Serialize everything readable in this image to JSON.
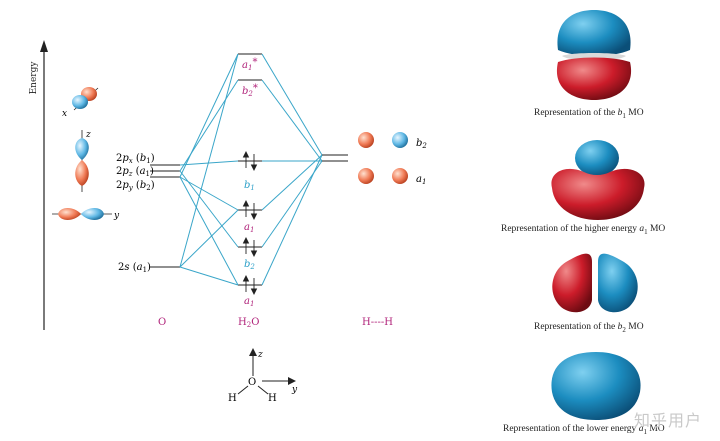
{
  "axis": {
    "energy_label": "Energy"
  },
  "columns": {
    "o": "O",
    "h2o": "H",
    "h2o_sub": "2",
    "h2o_tail": "O",
    "hh": "H----H"
  },
  "o_levels": [
    {
      "n": "2",
      "l": "p",
      "sub": "x",
      "sym": "b",
      "symsub": "1"
    },
    {
      "n": "2",
      "l": "p",
      "sub": "z",
      "sym": "a",
      "symsub": "1"
    },
    {
      "n": "2",
      "l": "p",
      "sub": "y",
      "sym": "b",
      "symsub": "2"
    },
    {
      "n": "2",
      "l": "s",
      "sub": "",
      "sym": "a",
      "symsub": "1"
    }
  ],
  "mo_labels": [
    {
      "sym": "a",
      "sub": "1",
      "star": "*",
      "color": "#b0237a"
    },
    {
      "sym": "b",
      "sub": "2",
      "star": "*",
      "color": "#b0237a"
    },
    {
      "sym": "b",
      "sub": "1",
      "star": "",
      "color": "#2a9fc8"
    },
    {
      "sym": "a",
      "sub": "1",
      "star": "",
      "color": "#b0237a"
    },
    {
      "sym": "b",
      "sub": "2",
      "star": "",
      "color": "#2a9fc8"
    },
    {
      "sym": "a",
      "sub": "1",
      "star": "",
      "color": "#b0237a"
    }
  ],
  "h_labels": [
    {
      "sym": "b",
      "sub": "2"
    },
    {
      "sym": "a",
      "sub": "1"
    }
  ],
  "orbital_axes": {
    "x": "x",
    "y": "y",
    "z": "z"
  },
  "molecule": {
    "o": "O",
    "h1": "H",
    "h2": "H",
    "z": "z",
    "y": "y"
  },
  "captions": [
    {
      "pre": "Representation of the ",
      "sym": "b",
      "sub": "1",
      "post": " MO"
    },
    {
      "pre": "Representation of the higher energy ",
      "sym": "a",
      "sub": "1",
      "post": " MO"
    },
    {
      "pre": "Representation of the ",
      "sym": "b",
      "sub": "2",
      "post": " MO"
    },
    {
      "pre": "Representation of the lower energy ",
      "sym": "a",
      "sub": "1",
      "post": " MO"
    }
  ],
  "watermark": "知乎用户",
  "colors": {
    "line": "#3aa6c9",
    "mo_blue": "#1b8cbf",
    "mo_red": "#cc1c2a",
    "magenta": "#b0237a"
  }
}
